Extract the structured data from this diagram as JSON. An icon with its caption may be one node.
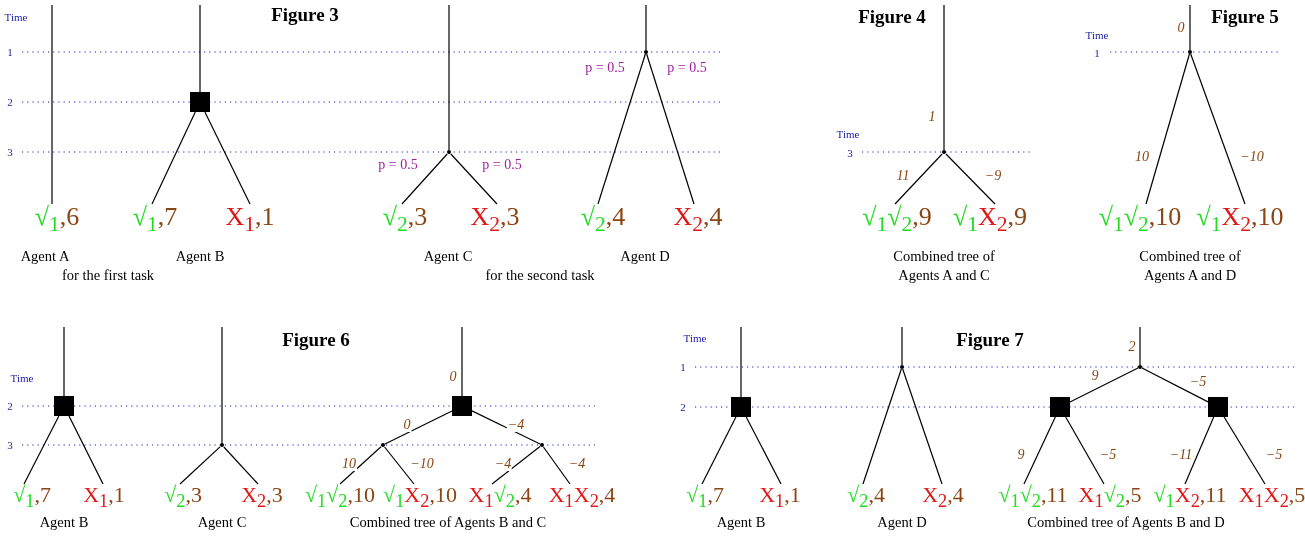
{
  "diagram": {
    "nodes": [
      {
        "text": [
          "√$_{1}$",
          ",6"
        ]
      },
      {
        "text": [],
        "shape": "box"
      },
      {
        "text": [
          "√$_{1}$",
          ",7"
        ]
      },
      {
        "text": [
          "X$_{1}$",
          ",1"
        ]
      },
      {
        "text": [],
        "shape": "dot"
      },
      {
        "text": [
          "√$_{2}$",
          ",3"
        ]
      },
      {
        "text": [
          "X$_{2}$",
          ",3"
        ]
      },
      {
        "text": [],
        "shape": "dot"
      },
      {
        "text": [
          "√$_{2}$",
          ",4"
        ]
      },
      {
        "text": [
          "X$_{2}$",
          ",4"
        ]
      },
      {
        "text": [],
        "shape": "dot"
      },
      {
        "text": [
          "√$_{1}$√$_{2}$",
          ",9"
        ]
      },
      {
        "text": [
          "√$_{1}$",
          "X$_{2}$",
          ",9"
        ]
      },
      {
        "text": [],
        "shape": "dot"
      },
      {
        "text": [
          "√$_{1}$√$_{2}$",
          ",10"
        ]
      },
      {
        "text": [
          "√$_{1}$",
          "X$_{2}$",
          ",10"
        ]
      },
      {
        "text": [],
        "shape": "box"
      },
      {
        "text": [
          "√$_{1}$",
          ",7"
        ]
      },
      {
        "text": [
          "X$_{1}$",
          ",1"
        ]
      },
      {
        "text": [],
        "shape": "dot"
      },
      {
        "text": [
          "√$_{2}$",
          ",3"
        ]
      },
      {
        "text": [
          "X$_{2}$",
          ",3"
        ]
      },
      {
        "text": [],
        "shape": "box"
      },
      {
        "text": [],
        "shape": "dot"
      },
      {
        "text": [],
        "shape": "dot"
      },
      {
        "text": [
          "√$_{1}$√$_{2}$",
          ",10"
        ]
      },
      {
        "text": [
          "√$_{1}$",
          "X$_{2}$",
          ",10"
        ]
      },
      {
        "text": [
          "X$_{1}$",
          "√$_{2}$",
          ",4"
        ]
      },
      {
        "text": [
          "X$_{1}$X$_{2}$",
          ",4"
        ]
      },
      {
        "text": [],
        "shape": "box"
      },
      {
        "text": [
          "√$_{1}$",
          ",7"
        ]
      },
      {
        "text": [
          "X$_{1}$",
          ",1"
        ]
      },
      {
        "text": [],
        "shape": "dot"
      },
      {
        "text": [
          "√$_{2}$",
          ",4"
        ]
      },
      {
        "text": [
          "X$_{2}$",
          ",4"
        ]
      },
      {
        "text": [],
        "shape": "dot"
      },
      {
        "text": [],
        "shape": "box"
      },
      {
        "text": [],
        "shape": "box"
      },
      {
        "text": [
          "√$_{1}$√$_{2}$",
          ",11"
        ]
      },
      {
        "text": [
          "X$_{1}$",
          "√$_{2}$",
          ",5"
        ]
      },
      {
        "text": [
          "√$_{1}$",
          "X$_{2}$",
          ",11"
        ]
      },
      {
        "text": [
          "X$_{1}$X$_{2}$",
          ",5"
        ]
      }
    ],
    "edges": [
      {
        "from": null,
        "to": 0,
        "arrow": "none"
      },
      {
        "from": null,
        "to": 1,
        "arrow": "none"
      },
      {
        "from": 1,
        "to": 2,
        "arrow": "none"
      },
      {
        "from": 1,
        "to": 3,
        "arrow": "none"
      },
      {
        "from": null,
        "to": 4,
        "arrow": "none"
      },
      {
        "from": 4,
        "to": 5,
        "arrow": "none",
        "label": "p = 0.5"
      },
      {
        "from": 4,
        "to": 6,
        "arrow": "none",
        "label": "p = 0.5"
      },
      {
        "from": null,
        "to": 7,
        "arrow": "none"
      },
      {
        "from": 7,
        "to": 8,
        "arrow": "none",
        "label": "p = 0.5"
      },
      {
        "from": 7,
        "to": 9,
        "arrow": "none",
        "label": "p = 0.5"
      },
      {
        "from": null,
        "to": 10,
        "arrow": "none",
        "label": "1"
      },
      {
        "from": 10,
        "to": 11,
        "arrow": "none",
        "label": "11"
      },
      {
        "from": 10,
        "to": 12,
        "arrow": "none",
        "label": "−9"
      },
      {
        "from": null,
        "to": 13,
        "arrow": "none",
        "label": "0"
      },
      {
        "from": 13,
        "to": 14,
        "arrow": "none",
        "label": "10"
      },
      {
        "from": 13,
        "to": 15,
        "arrow": "none",
        "label": "−10"
      },
      {
        "from": null,
        "to": 16,
        "arrow": "none"
      },
      {
        "from": 16,
        "to": 17,
        "arrow": "none"
      },
      {
        "from": 16,
        "to": 18,
        "arrow": "none"
      },
      {
        "from": null,
        "to": 19,
        "arrow": "none"
      },
      {
        "from": 19,
        "to": 20,
        "arrow": "none"
      },
      {
        "from": 19,
        "to": 21,
        "arrow": "none"
      },
      {
        "from": null,
        "to": 22,
        "arrow": "none",
        "label": "0"
      },
      {
        "from": 22,
        "to": 23,
        "arrow": "none",
        "label": "0"
      },
      {
        "from": 22,
        "to": 24,
        "arrow": "none",
        "label": "−4"
      },
      {
        "from": 23,
        "to": 25,
        "arrow": "none",
        "label": "10"
      },
      {
        "from": 23,
        "to": 26,
        "arrow": "none",
        "label": "−10"
      },
      {
        "from": 24,
        "to": 27,
        "arrow": "none",
        "label": "−4"
      },
      {
        "from": 24,
        "to": 28,
        "arrow": "none",
        "label": "−4"
      },
      {
        "from": null,
        "to": 29,
        "arrow": "none"
      },
      {
        "from": 29,
        "to": 30,
        "arrow": "none"
      },
      {
        "from": 29,
        "to": 31,
        "arrow": "none"
      },
      {
        "from": null,
        "to": 32,
        "arrow": "none"
      },
      {
        "from": 32,
        "to": 33,
        "arrow": "none"
      },
      {
        "from": 32,
        "to": 34,
        "arrow": "none"
      },
      {
        "from": null,
        "to": 35,
        "arrow": "none",
        "label": "2"
      },
      {
        "from": 35,
        "to": 36,
        "arrow": "none",
        "label": "9"
      },
      {
        "from": 35,
        "to": 37,
        "arrow": "none",
        "label": "−5"
      },
      {
        "from": 36,
        "to": 38,
        "arrow": "none",
        "label": "9"
      },
      {
        "from": 36,
        "to": 39,
        "arrow": "none",
        "label": "−5"
      },
      {
        "from": 37,
        "to": 40,
        "arrow": "none",
        "label": "−11"
      },
      {
        "from": 37,
        "to": 41,
        "arrow": "none",
        "label": "−5"
      }
    ],
    "labels": [
      "Figure 3",
      "Figure 4",
      "Figure 5",
      "Time",
      "1",
      "2",
      "3",
      "Time",
      "3",
      "Time",
      "1",
      "Agent A",
      "Agent B",
      "Agent C",
      "Agent D",
      "Combined tree of Agents A and C",
      "Combined tree of Agents A and D",
      "for the first task",
      "for the second task",
      "Figure 6",
      "Time",
      "2",
      "3",
      "Figure 7",
      "Time",
      "1",
      "2",
      "Agent B",
      "Agent C",
      "Combined tree of Agents B and C",
      "Agent B",
      "Agent D",
      "Combined tree of Agents B and D"
    ]
  }
}
